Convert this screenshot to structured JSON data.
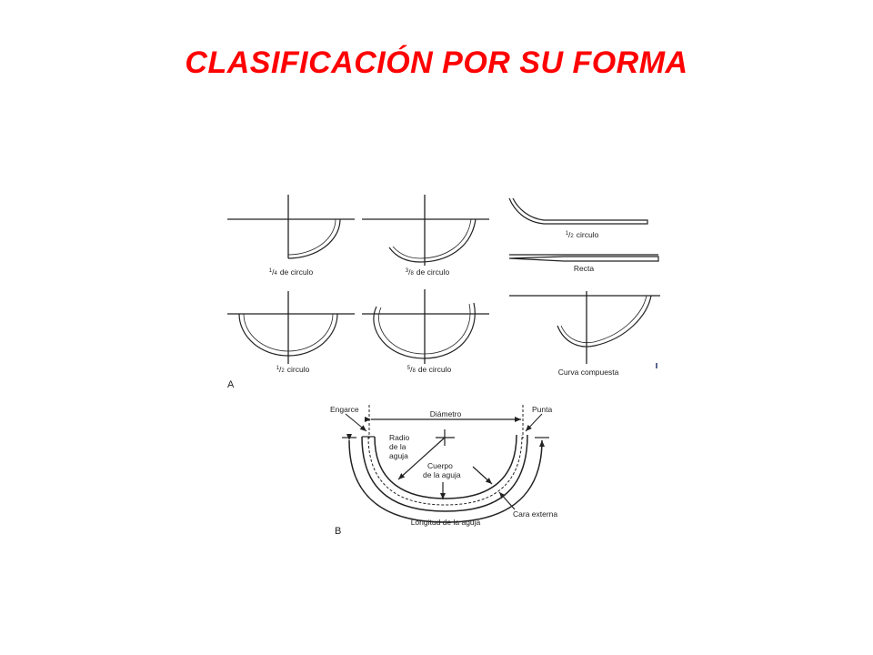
{
  "title": "CLASIFICACIÓN POR SU FORMA",
  "colors": {
    "title": "#ff0000",
    "line": "#222222",
    "background": "#ffffff"
  },
  "panel_a": {
    "letter": "A",
    "shapes": [
      {
        "num": "1",
        "den": "4",
        "text": "de circulo"
      },
      {
        "num": "3",
        "den": "8",
        "text": "de circulo"
      },
      {
        "num": "1",
        "den": "2",
        "text": "circulo"
      },
      {
        "text": "Recta"
      },
      {
        "num": "1",
        "den": "2",
        "text": "circulo"
      },
      {
        "num": "5",
        "den": "8",
        "text": "de circulo"
      },
      {
        "text": "Curva compuesta"
      }
    ]
  },
  "panel_b": {
    "letter": "B",
    "labels": {
      "engarce": "Engarce",
      "diametro": "Diámetro",
      "punta": "Punta",
      "radio_1": "Radio",
      "radio_2": "de la",
      "radio_3": "aguja",
      "cuerpo_1": "Cuerpo",
      "cuerpo_2": "de la aguja",
      "cara_externa": "Cara externa",
      "longitud": "Longitud de la aguja"
    }
  }
}
